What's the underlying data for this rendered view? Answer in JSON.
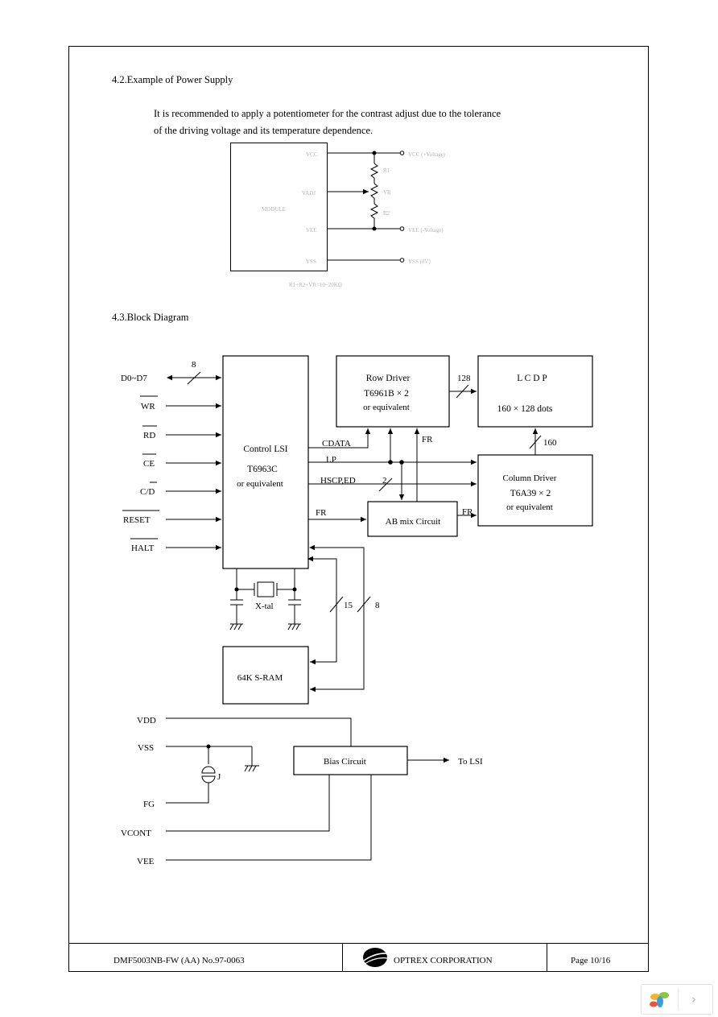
{
  "section_power": {
    "title": "4.2.Example of Power Supply",
    "line1": "It is recommended to apply a potentiometer for the contrast adjust due to the tolerance",
    "line2": "of the driving voltage and its temperature dependence."
  },
  "power_circuit": {
    "module": "MODULE",
    "pin_vcc": "VCC",
    "pin_vadj": "VADJ",
    "pin_vee": "VEE",
    "pin_vss": "VSS",
    "vcc_out": "VCC (+Voltage)",
    "vee_out": "VEE (-Voltage)",
    "vss_out": "VSS (0V)",
    "r1": "R1",
    "vr": "VR",
    "r2": "R2",
    "note": "R1+R2+VR=10~20KΩ"
  },
  "section_block": {
    "title": "4.3.Block Diagram"
  },
  "block": {
    "inputs": [
      "D0~D7",
      "WR",
      "RD",
      "CE",
      "C/D",
      "RESET",
      "HALT"
    ],
    "bus_8": "8",
    "control_title": "Control LSI",
    "control_part": "T6963C",
    "control_equiv": "or equivalent",
    "row_title": "Row Driver",
    "row_part": "T6961B × 2",
    "row_equiv": "or equivalent",
    "lcd_title": "L C D P",
    "lcd_dots": "160 × 128 dots",
    "col_title": "Column Driver",
    "col_part": "T6A39 × 2",
    "col_equiv": "or equivalent",
    "ab_mix": "AB mix Circuit",
    "sram": "64K S-RAM",
    "xtal": "X-tal",
    "sig_cdata": "CDATA",
    "sig_lp": "LP",
    "sig_hscp": "HSCP,ED",
    "sig_fr1": "FR",
    "sig_fr2": "FR",
    "sig_fr3": "FR",
    "n128": "128",
    "n160": "160",
    "n2": "2",
    "n15": "15",
    "n8b": "8"
  },
  "bias": {
    "vdd": "VDD",
    "vss": "VSS",
    "fg": "FG",
    "vcont": "VCONT",
    "vee": "VEE",
    "j": "J",
    "circuit": "Bias Circuit",
    "to_lsi": "To LSI"
  },
  "footer": {
    "doc": "DMF5003NB-FW  (AA)  No.97-0063",
    "company": "OPTREX CORPORATION",
    "page": "Page 10/16"
  }
}
